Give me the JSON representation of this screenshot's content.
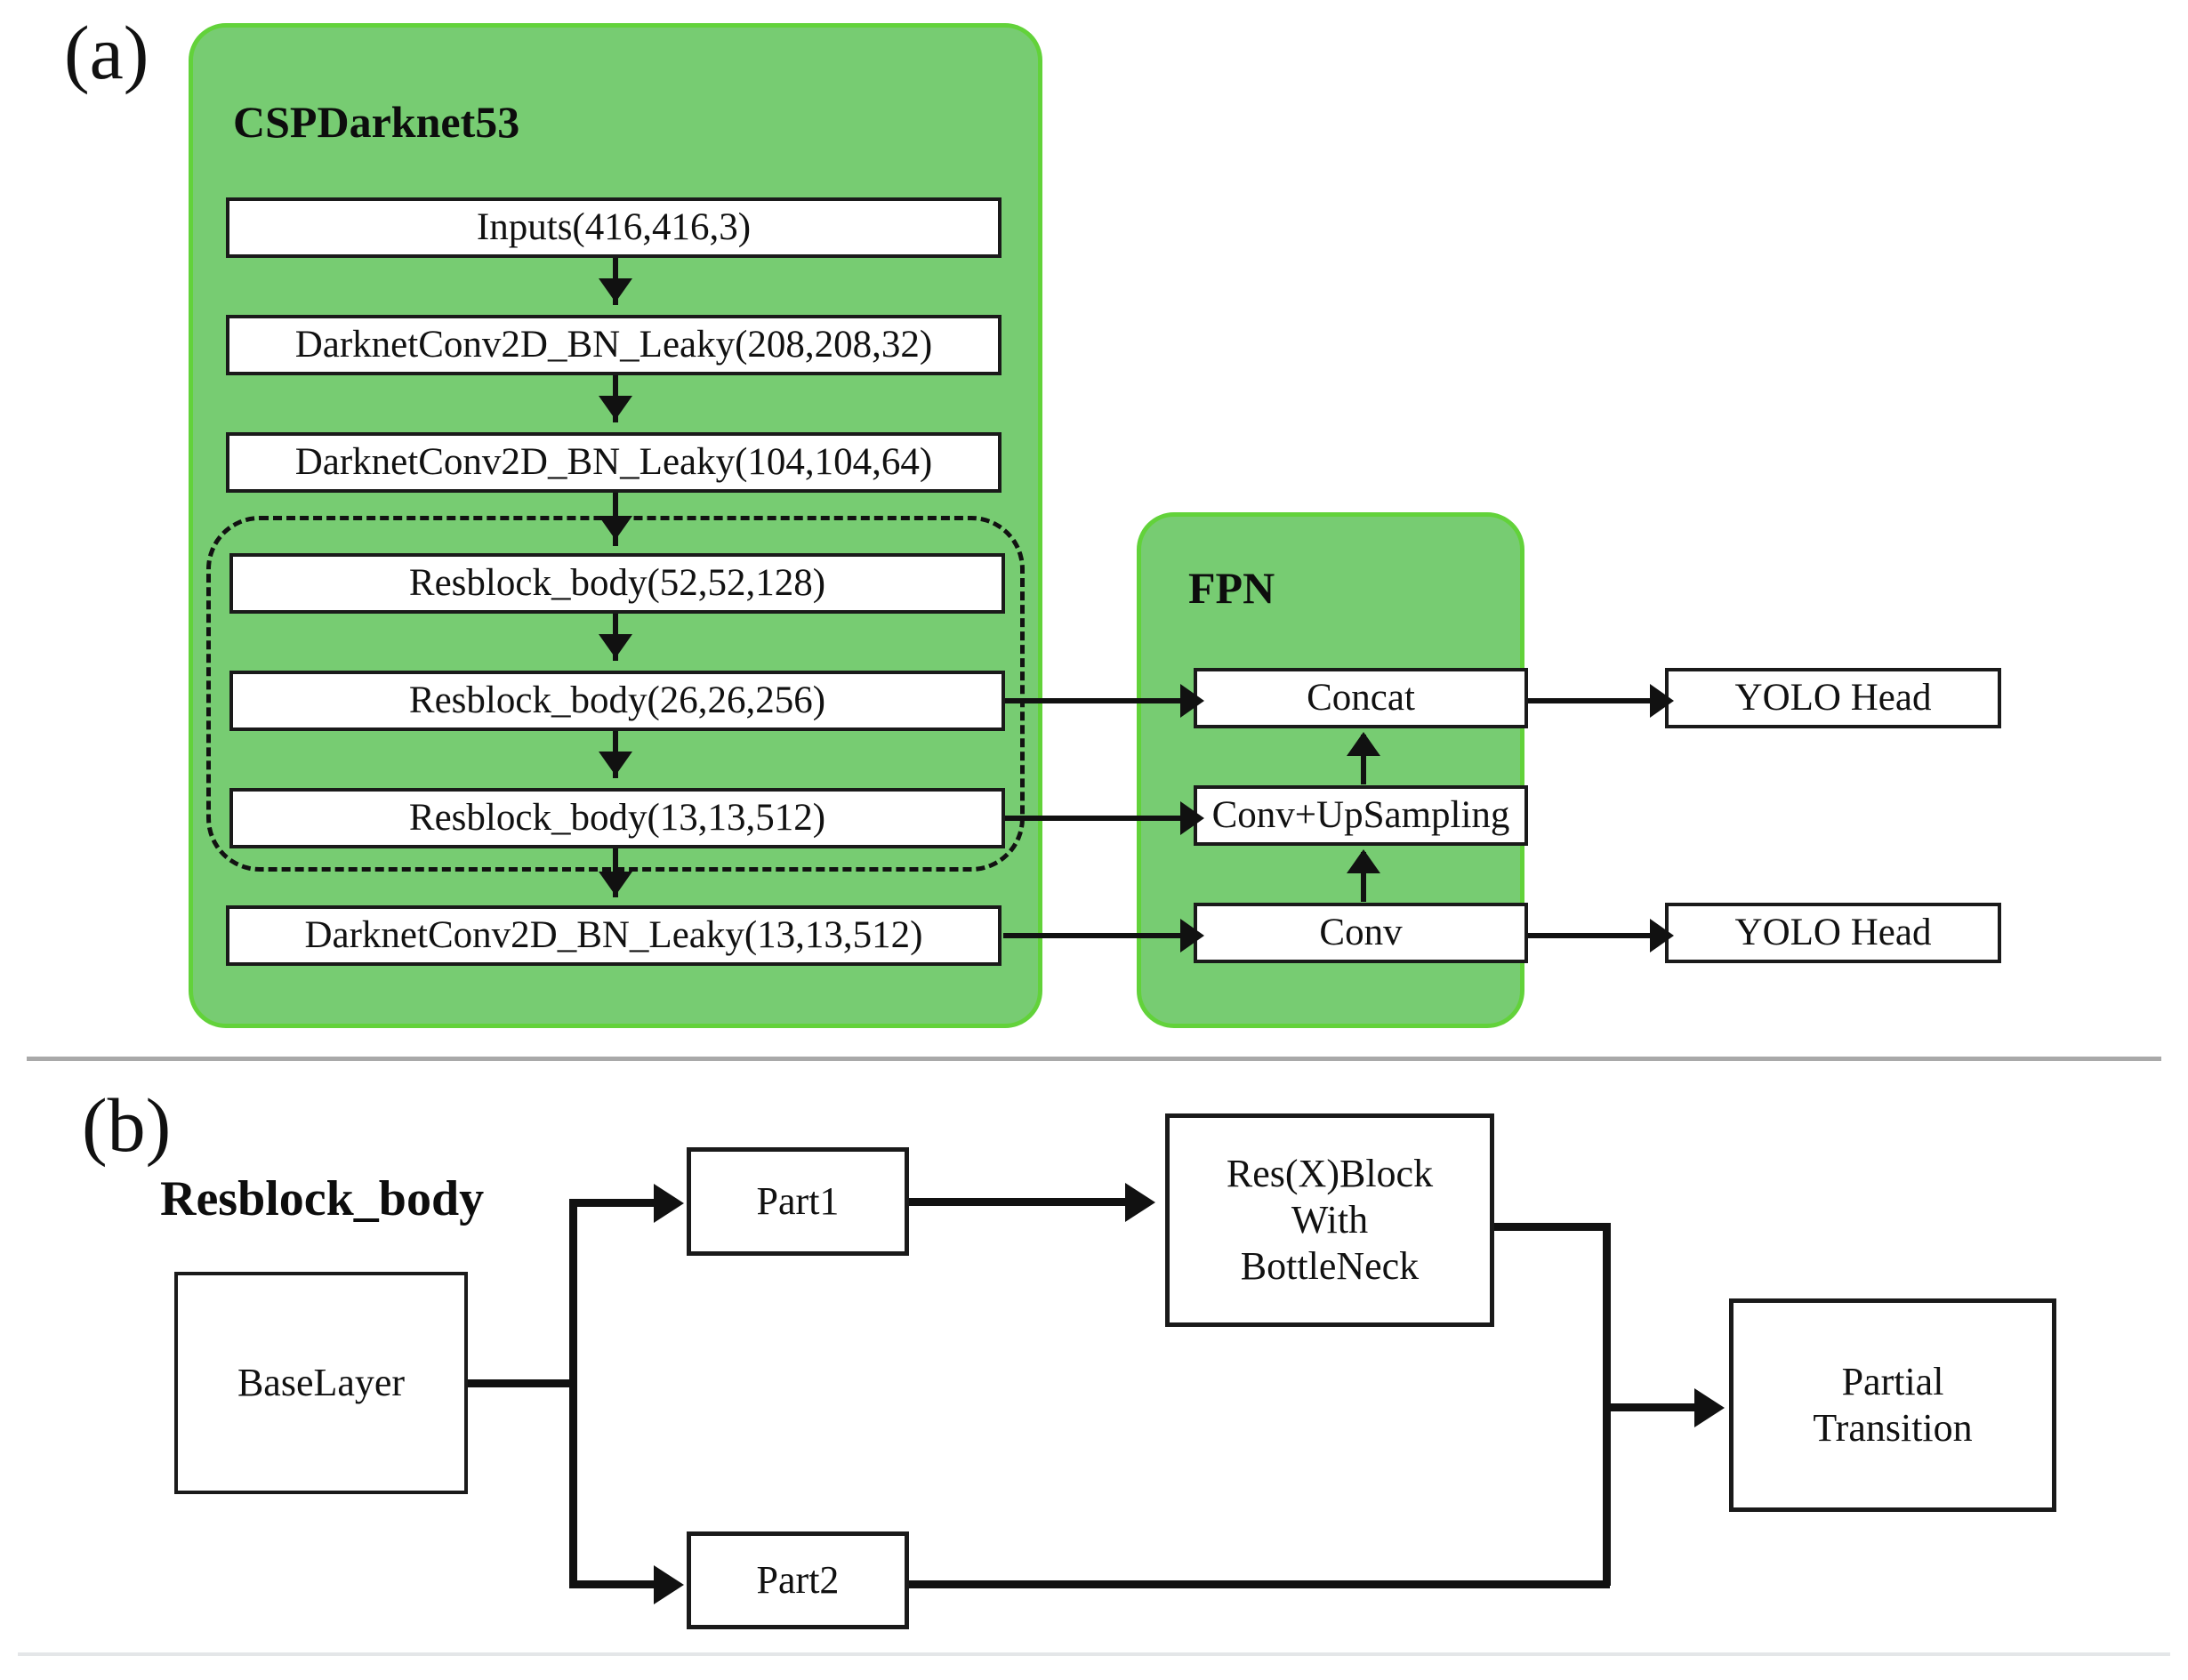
{
  "figure": {
    "panel_a_letter": "(a)",
    "panel_b_letter": "(b)"
  },
  "panel_a": {
    "backbone": {
      "title": "CSPDarknet53",
      "nodes": [
        {
          "id": "inputs",
          "label": "Inputs(416,416,3)"
        },
        {
          "id": "conv1",
          "label": "DarknetConv2D_BN_Leaky(208,208,32)"
        },
        {
          "id": "conv2",
          "label": "DarknetConv2D_BN_Leaky(104,104,64)"
        },
        {
          "id": "resblock1",
          "label": "Resblock_body(52,52,128)"
        },
        {
          "id": "resblock2",
          "label": "Resblock_body(26,26,256)"
        },
        {
          "id": "resblock3",
          "label": "Resblock_body(13,13,512)"
        },
        {
          "id": "conv3",
          "label": "DarknetConv2D_BN_Leaky(13,13,512)"
        }
      ],
      "highlight_region": "dashed-resblock-group"
    },
    "fpn": {
      "title": "FPN",
      "nodes": [
        {
          "id": "concat",
          "label": "Concat"
        },
        {
          "id": "upsamp",
          "label": "Conv+UpSampling"
        },
        {
          "id": "conv",
          "label": "Conv"
        }
      ]
    },
    "heads": [
      {
        "id": "head-top",
        "label": "YOLO Head"
      },
      {
        "id": "head-bottom",
        "label": "YOLO Head"
      }
    ]
  },
  "panel_b": {
    "title": "Resblock_body",
    "nodes": [
      {
        "id": "baselayer",
        "label": "BaseLayer"
      },
      {
        "id": "part1",
        "label": "Part1"
      },
      {
        "id": "part2",
        "label": "Part2"
      },
      {
        "id": "resxblock",
        "line1": "Res(X)Block",
        "line2": "With",
        "line3": "BottleNeck"
      },
      {
        "id": "partial",
        "line1": "Partial",
        "line2": "Transition"
      }
    ]
  },
  "colors": {
    "group_fill": "#77cc72",
    "group_border": "#62d23a",
    "node_fill": "#ffffff",
    "node_border": "#1a1a1a",
    "line": "#111111",
    "separator": "#a9a9a9"
  }
}
